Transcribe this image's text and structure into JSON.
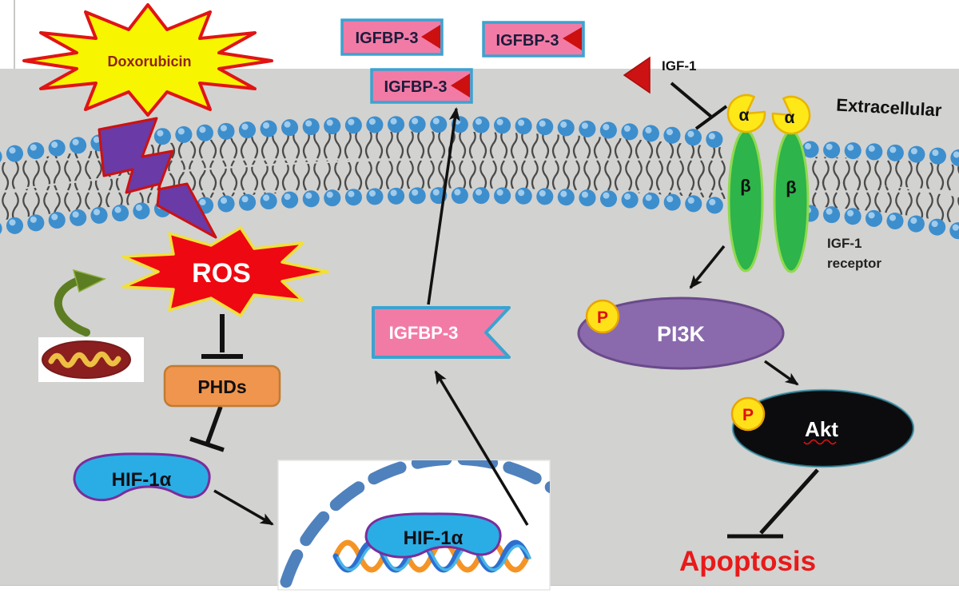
{
  "labels": {
    "doxorubicin": "Doxorubicin",
    "ros": "ROS",
    "phds": "PHDs",
    "hif1a_cytoplasm": "HIF-1α",
    "hif1a_nucleus": "HIF-1α",
    "igfbp3_top_left": "IGFBP-3",
    "igfbp3_top_right": "IGFBP-3",
    "igfbp3_membrane": "IGFBP-3",
    "igfbp3_cytoplasm": "IGFBP-3",
    "igf1": "IGF-1",
    "extracellular": "Extracellular",
    "igf1_receptor_line1": "IGF-1",
    "igf1_receptor_line2": "receptor",
    "alpha_left": "α",
    "alpha_right": "α",
    "beta_left": "β",
    "beta_right": "β",
    "pi3k": "PI3K",
    "akt": "Akt",
    "phospho_pi3k": "P",
    "phospho_akt": "P",
    "apoptosis": "Apoptosis"
  },
  "icons": {
    "doxorubicin_burst": "yellow-starburst",
    "lightning_bolt": "purple-lightning-bolt",
    "ros_burst": "red-starburst",
    "mitochondrion": "mitochondrion",
    "feedback_arrow": "green-curved-arrow",
    "igf1_ligand": "red-triangle",
    "igfbp3_banner": "pink-banner-with-red-notch",
    "membrane": "lipid-bilayer",
    "nucleus": "dashed-blue-circle",
    "dna": "double-helix",
    "phosphate": "yellow-P-circle",
    "inhibition": "t-bar-line",
    "activation": "black-arrow"
  },
  "colors": {
    "background_panel": "#d2d2d0",
    "top_band": "#ffffff",
    "doxorubicin_fill": "#f8f500",
    "doxorubicin_stroke": "#e01414",
    "doxorubicin_text": "#8f2416",
    "lightning_fill": "#6a3aa6",
    "lightning_stroke": "#cc1111",
    "membrane_head": "#3d8ecd",
    "membrane_tail": "#4a4a4a",
    "ros_fill": "#ee0811",
    "ros_stroke": "#f2e03a",
    "banner_fill": "#f27ba6",
    "banner_stroke": "#3ba3d0",
    "banner_text_dark": "#1b1b3a",
    "banner_text_light": "#ffffff",
    "flag_red": "#cc0f0f",
    "phds_fill": "#f0954e",
    "phds_stroke": "#c27b32",
    "hif_fill": "#2aade4",
    "hif_stroke": "#7b2d9b",
    "nucleus_dash": "#4f81bd",
    "dna_orange": "#f59426",
    "dna_blue": "#2d6fd0",
    "mito_fill": "#8b1f1f",
    "mito_cristae": "#edbf43",
    "green_arrow": "#5d7d22",
    "alpha_fill": "#ffe818",
    "alpha_stroke": "#e8b400",
    "beta_fill": "#2db44a",
    "beta_stroke": "#90d94e",
    "pi3k_fill": "#8a6aad",
    "akt_fill": "#0c0c0e",
    "p_fill": "#ffe11a",
    "p_stroke": "#e8a400",
    "p_text": "#e01010",
    "apoptosis_text": "#e81a1a",
    "line_black": "#111111"
  }
}
